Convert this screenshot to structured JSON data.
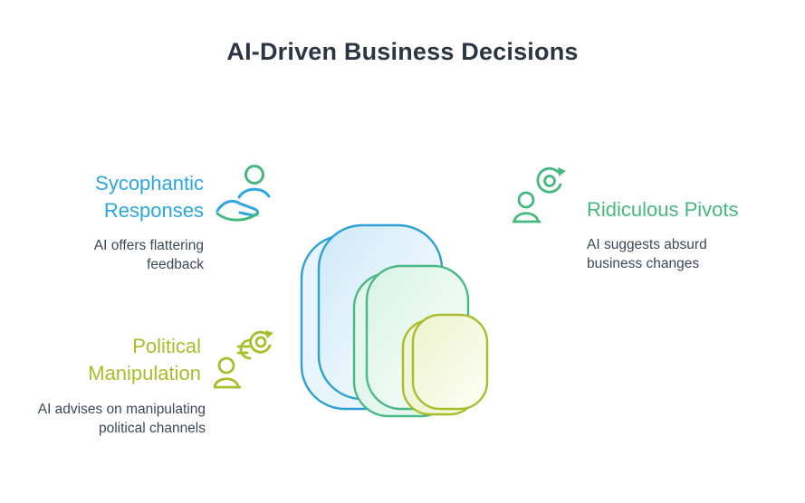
{
  "title": "AI-Driven Business Decisions",
  "items": [
    {
      "id": "sycophantic-responses",
      "heading": "Sycophantic Responses",
      "description": "AI offers flattering feedback",
      "icon": "person-offering-hand-icon",
      "accent_color": "#2aa7df"
    },
    {
      "id": "ridiculous-pivots",
      "heading": "Ridiculous Pivots",
      "description": "AI suggests absurd business changes",
      "icon": "person-cycle-arrows-icon",
      "accent_color": "#45b87f"
    },
    {
      "id": "political-manipulation",
      "heading": "Political Manipulation",
      "description": "AI advises on manipulating political channels",
      "icon": "person-euro-cycle-icon",
      "accent_color": "#a8bd2b"
    }
  ],
  "illustration": {
    "name": "stacked-rounded-squares",
    "layers": [
      {
        "name": "blue-card",
        "stroke": "#2f9fd6"
      },
      {
        "name": "green-card",
        "stroke": "#49b885"
      },
      {
        "name": "olive-card",
        "stroke": "#a9bd2c"
      }
    ]
  },
  "colors": {
    "title_text": "#2b3544",
    "body_text": "#3d4855",
    "blue": "#2aa7df",
    "green": "#45b87f",
    "olive": "#a8bd2b",
    "background": "#ffffff"
  }
}
